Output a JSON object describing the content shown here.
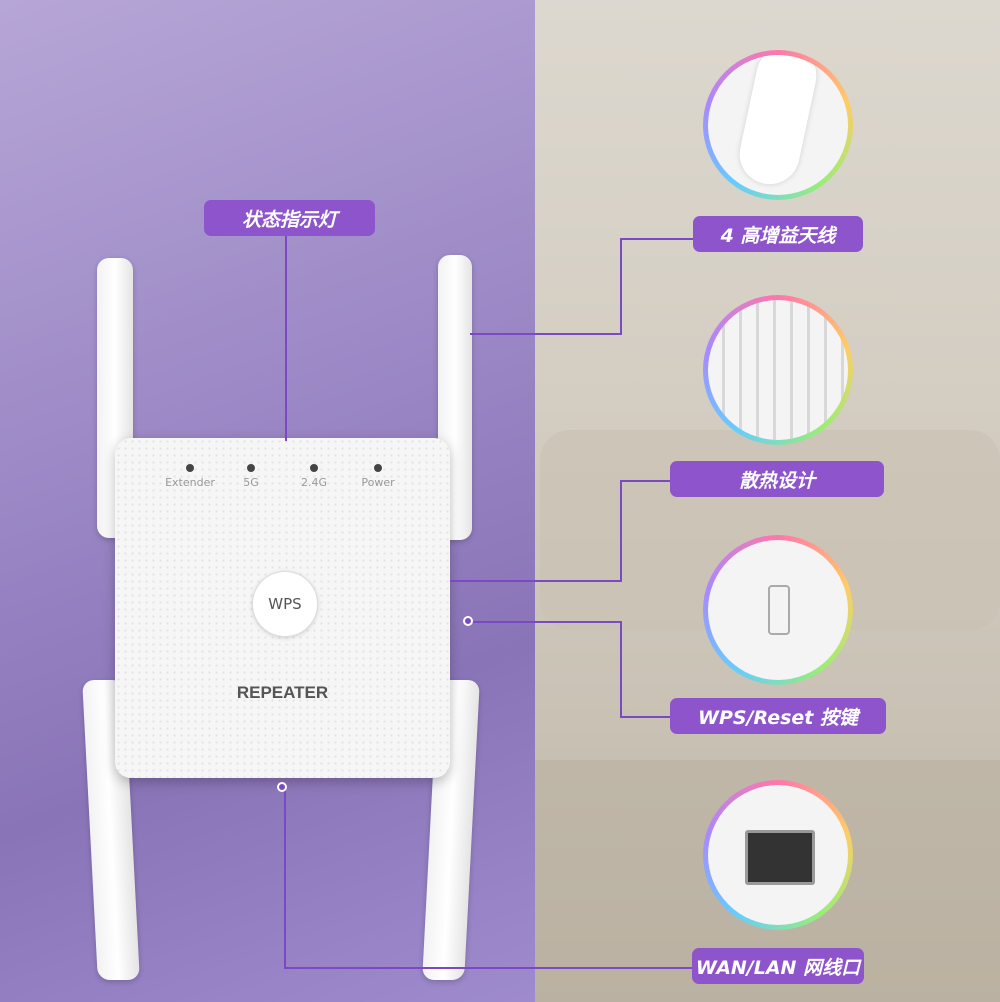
{
  "callouts": {
    "status_led": "状态指示灯",
    "antenna": "4 高增益天线",
    "cooling": "散热设计",
    "wps_reset": "WPS/Reset 按键",
    "wan_lan": "WAN/LAN 网线口"
  },
  "device": {
    "leds": [
      "Extender",
      "5G",
      "2.4G",
      "Power"
    ],
    "wps_button": "WPS",
    "brand": "REPEATER"
  },
  "colors": {
    "accent": "#8e54cc"
  }
}
